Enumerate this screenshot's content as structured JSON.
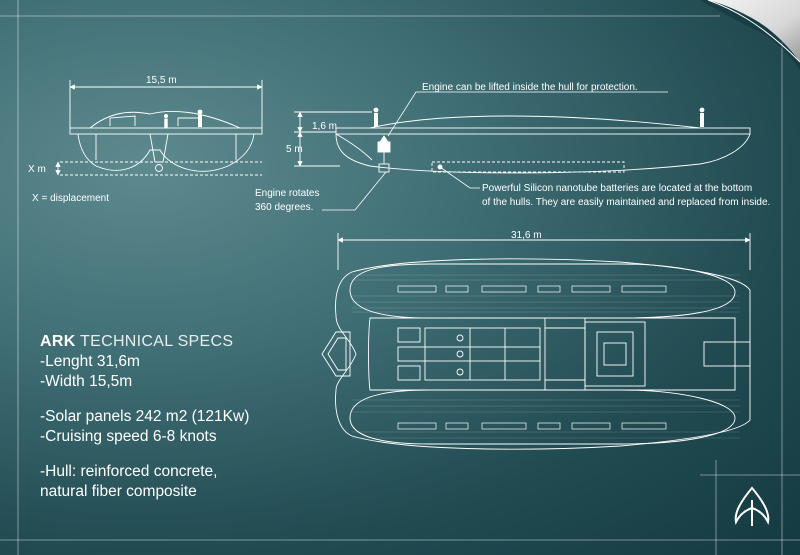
{
  "dimensions": {
    "side_width": "15,5 m",
    "height_a": "1,6 m",
    "height_b": "5 m",
    "displacement_marker": "X m",
    "top_length": "31,6 m"
  },
  "labels": {
    "displacement_legend": "X = displacement"
  },
  "notes": {
    "engine_lift": "Engine can be lifted inside the hull for protection.",
    "engine_rotate_line1": "Engine rotates",
    "engine_rotate_line2": "360 degrees.",
    "battery_line1": "Powerful Silicon nanotube batteries are located at the bottom",
    "battery_line2": "of the hulls. They are easily maintained and replaced from inside."
  },
  "specs": {
    "title_bold": "ARK",
    "title_rest": "TECHNICAL SPECS",
    "lines": [
      "-Lenght 31,6m",
      "-Width 15,5m",
      "-Solar panels 242 m2 (121Kw)",
      "-Cruising speed 6-8 knots",
      "-Hull: reinforced concrete,",
      "natural fiber composite"
    ]
  },
  "colors": {
    "background_light": "#5d8a8f",
    "background_dark": "#143a41",
    "line": "#ffffff"
  },
  "icons": [
    "page-curl-corner",
    "ark-logo-icon"
  ]
}
